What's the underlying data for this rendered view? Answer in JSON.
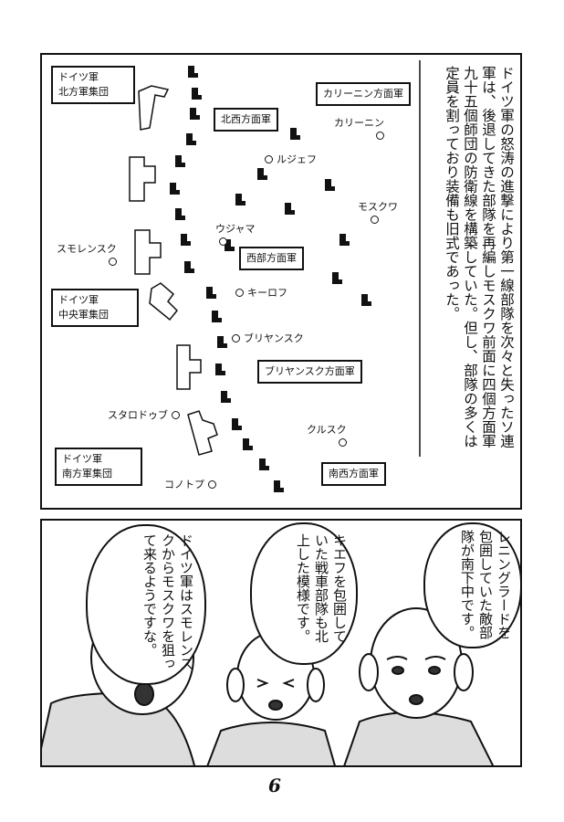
{
  "map": {
    "german_groups": {
      "north": [
        "ドイツ軍",
        "北方軍集団"
      ],
      "center": [
        "ドイツ軍",
        "中央軍集団"
      ],
      "south": [
        "ドイツ軍",
        "南方軍集団"
      ]
    },
    "soviet_fronts": {
      "kalinin": "カリーニン方面軍",
      "northwest": "北西方面軍",
      "west": "西部方面軍",
      "bryansk": "ブリヤンスク方面軍",
      "southwest": "南西方面軍"
    },
    "cities": {
      "kalinin": "カリーニン",
      "rzhev": "ルジェフ",
      "moscow": "モスクワ",
      "vyazma": "ウジャマ",
      "smolensk": "スモレンスク",
      "kirov": "キーロフ",
      "bryansk": "ブリヤンスク",
      "starodub": "スタロドゥブ",
      "kursk": "クルスク",
      "konotop": "コノトプ"
    }
  },
  "narration": "ドイツ軍の怒涛の進撃により第一線部隊を次々と失ったソ連軍は、後退してきた部隊を再編しモスクワ前面に四個方面軍九十五個師団の防衛線を構築していた。但し、部隊の多くは定員を割っており装備も旧式であった。",
  "dialogue": {
    "left": "ドイツ軍はスモレンスクからモスクワを狙って来るようですな。",
    "middle": "キエフを包囲していた戦車部隊も北上した模様です。",
    "right": "レニングラードを包囲していた敵部隊が南下中です。"
  },
  "page_number": "6"
}
